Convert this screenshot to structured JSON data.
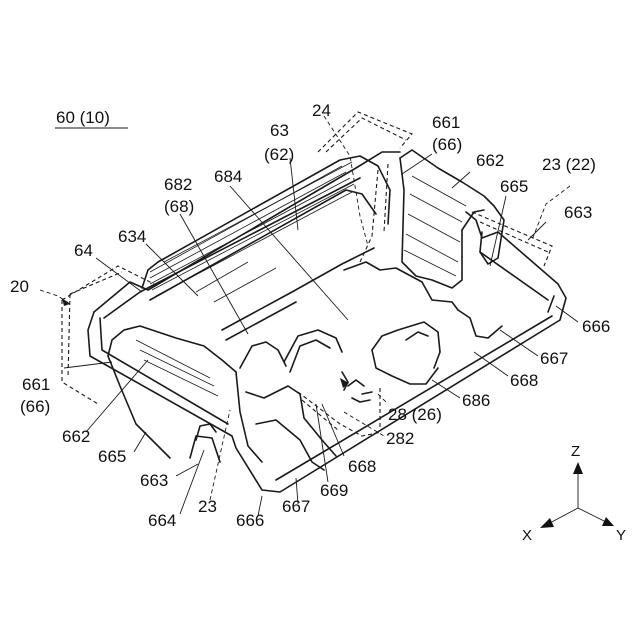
{
  "figure": {
    "title": "60 (10)",
    "labels": {
      "l24": "24",
      "l63": "63",
      "l62p": "(62)",
      "l661_top": "661",
      "l66p_top": "(66)",
      "l662_top": "662",
      "l23_22": "23 (22)",
      "l665_top": "665",
      "l663_top": "663",
      "l682": "682",
      "l68p": "(68)",
      "l684": "684",
      "l634": "634",
      "l64": "64",
      "l20": "20",
      "l666_right": "666",
      "l667_right": "667",
      "l668_right": "668",
      "l686": "686",
      "l28_26": "28 (26)",
      "l282": "282",
      "l668_mid": "668",
      "l669": "669",
      "l661_left": "661",
      "l66p_left": "(66)",
      "l662_left": "662",
      "l665_left": "665",
      "l663_left": "663",
      "l664": "664",
      "l23": "23",
      "l666_bottom": "666",
      "l667_bottom": "667"
    },
    "axes": {
      "z": "Z",
      "x": "X",
      "y": "Y"
    }
  }
}
